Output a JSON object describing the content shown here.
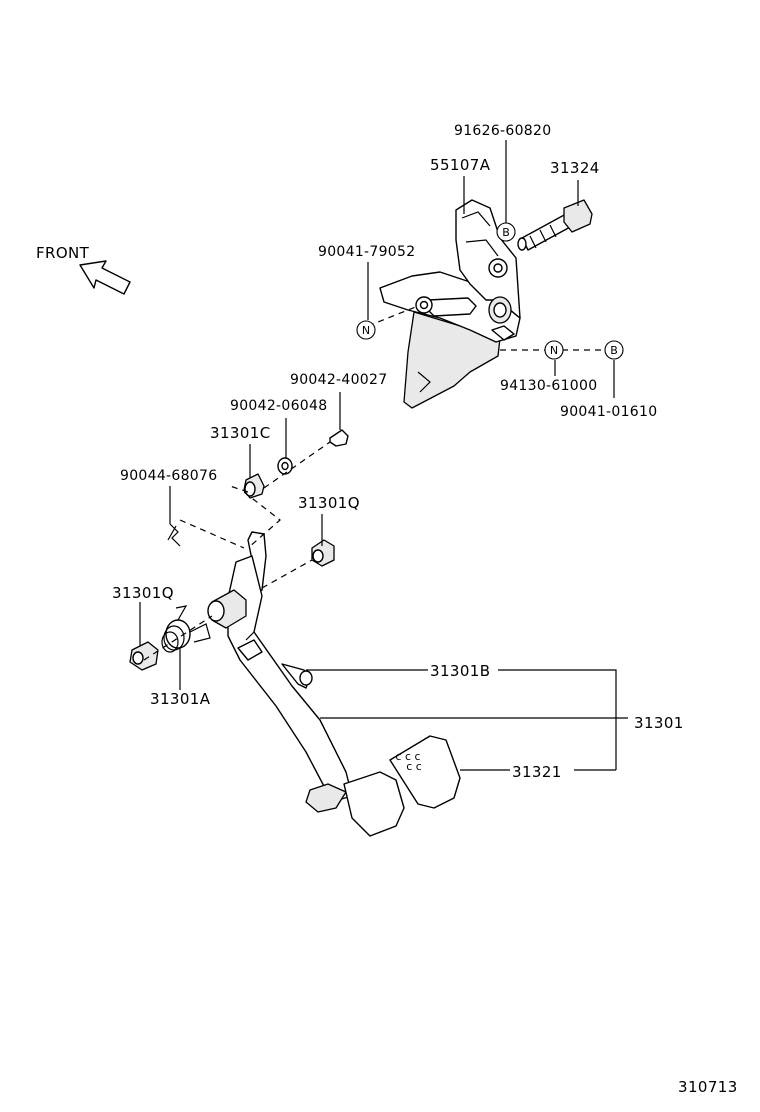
{
  "direction_label": "FRONT",
  "figure_number": "310713",
  "symbols": {
    "n": "N",
    "b": "B"
  },
  "parts": {
    "p91626_60820": "91626-60820",
    "p55107A": "55107A",
    "p31324": "31324",
    "p90041_79052": "90041-79052",
    "p94130_61000": "94130-61000",
    "p90041_01610": "90041-01610",
    "p90042_40027": "90042-40027",
    "p90042_06048": "90042-06048",
    "p31301C": "31301C",
    "p90044_68076": "90044-68076",
    "p31301Q_top": "31301Q",
    "p31301Q_left": "31301Q",
    "p31301A": "31301A",
    "p31301B": "31301B",
    "p31301": "31301",
    "p31321": "31321"
  }
}
